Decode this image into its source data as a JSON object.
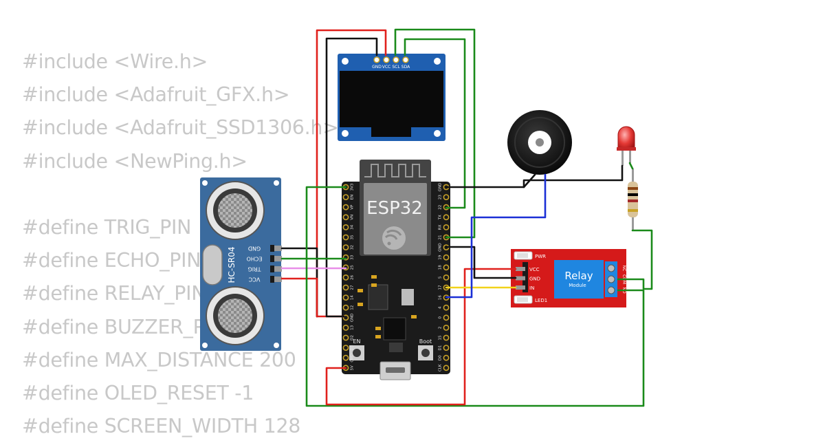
{
  "code_lines": [
    "#include <Wire.h>",
    "#include <Adafruit_GFX.h>",
    "#include <Adafruit_SSD1306.h>",
    "#include <NewPing.h>",
    "",
    "#define TRIG_PIN",
    "#define ECHO_PIN",
    "#define RELAY_PIN",
    "#define BUZZER_PIN",
    "#define MAX_DISTANCE 200",
    "#define OLED_RESET -1",
    "#define SCREEN_WIDTH 128"
  ],
  "components": {
    "oled": {
      "pins": [
        "GND",
        "VCC",
        "SCL",
        "SDA"
      ]
    },
    "esp32": {
      "label": "ESP32",
      "left_pins": [
        "3V3",
        "EN",
        "VP",
        "VN",
        "34",
        "35",
        "32",
        "33",
        "25",
        "26",
        "27",
        "14",
        "12",
        "GND",
        "13",
        "D2",
        "D3",
        "CMD",
        "5V"
      ],
      "right_pins": [
        "GND",
        "23",
        "22",
        "TX",
        "RX",
        "21",
        "GND",
        "19",
        "18",
        "5",
        "17",
        "16",
        "4",
        "0",
        "2",
        "15",
        "D1",
        "D0",
        "CLK"
      ],
      "button_en": "EN",
      "button_boot": "Boot"
    },
    "ultrasonic": {
      "label": "HC-SR04",
      "pins": [
        "GND",
        "ECHO",
        "TRIG",
        "VCC"
      ]
    },
    "relay": {
      "title": "Relay",
      "subtitle": "Module",
      "pins": [
        "VCC",
        "GND",
        "IN"
      ],
      "leds": [
        "PWR",
        "LED1"
      ],
      "terminals": [
        "NO",
        "COM",
        "NC"
      ]
    },
    "buzzer": {},
    "led": {
      "color": "#e53935"
    },
    "resistor": {}
  },
  "colors": {
    "wire_red": "#e0201c",
    "wire_black": "#111111",
    "wire_green": "#1a8a1a",
    "wire_blue": "#1a2fd6",
    "wire_yellow": "#f2d21a",
    "wire_pink": "#e88ee8",
    "wire_gray": "#9a9a9a",
    "board_dark": "#1b1b1b",
    "oled_blue": "#1f5fb0",
    "sensor_blue": "#3b6b9e",
    "relay_red": "#d51a1a"
  }
}
